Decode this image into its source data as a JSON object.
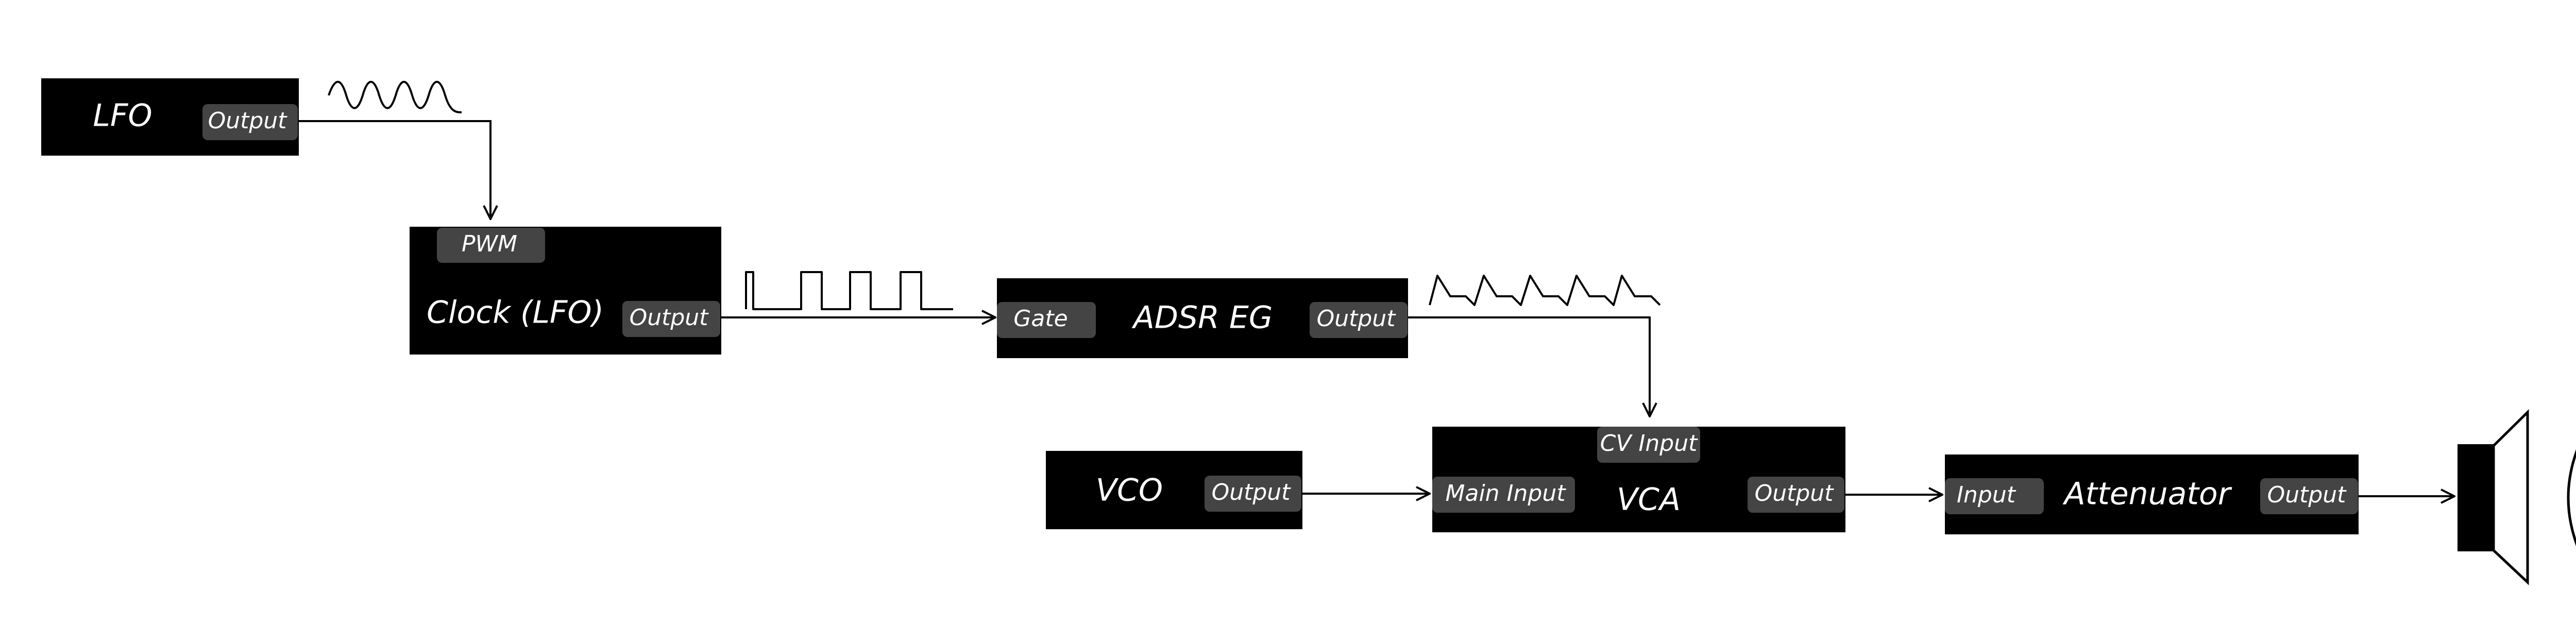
{
  "modules": {
    "lfo": {
      "label": "LFO",
      "output": "Output"
    },
    "clock": {
      "label": "Clock (LFO)",
      "pwm": "PWM",
      "output": "Output"
    },
    "adsr": {
      "label": "ADSR EG",
      "gate": "Gate",
      "output": "Output"
    },
    "vco": {
      "label": "VCO",
      "output": "Output"
    },
    "vca": {
      "label": "VCA",
      "cv_input": "CV Input",
      "main_input": "Main Input",
      "output": "Output"
    },
    "attenuator": {
      "label": "Attenuator",
      "input": "Input",
      "output": "Output"
    }
  },
  "colors": {
    "module_fill": "#000000",
    "port_fill": "#444444",
    "text": "#ffffff",
    "wire": "#000000"
  },
  "icons": {
    "lfo_signal": "sine-wave-icon",
    "clock_signal": "square-wave-icon",
    "adsr_signal": "envelope-wave-icon",
    "output_device": "speaker-icon"
  }
}
